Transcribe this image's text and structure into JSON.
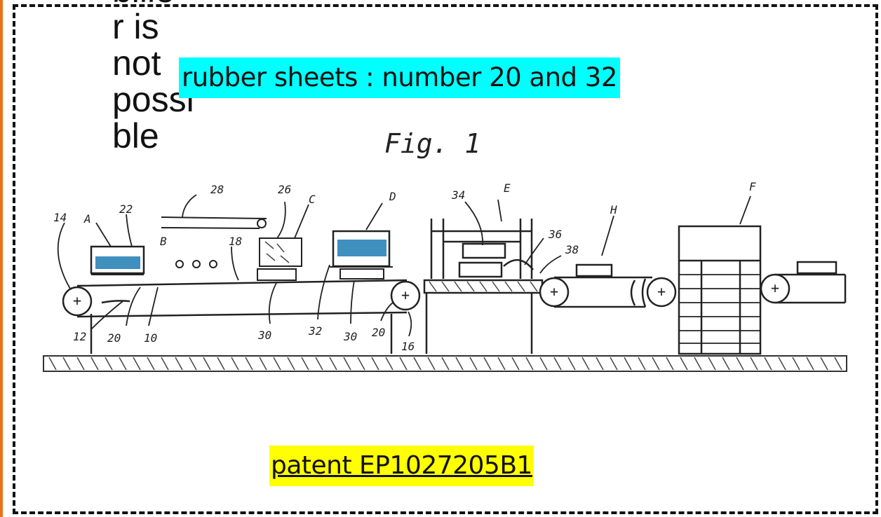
{
  "overlay_text": {
    "lines": [
      "bille",
      "r is",
      "not",
      "possi",
      "ble"
    ]
  },
  "labels": {
    "rubber_sheets": "rubber sheets : number 20 and 32",
    "patent": "patent EP1027205B1"
  },
  "figure": {
    "title": "Fig. 1",
    "letters": [
      "A",
      "B",
      "C",
      "D",
      "E",
      "F",
      "H"
    ],
    "numbers": [
      "14",
      "22",
      "28",
      "26",
      "18",
      "34",
      "36",
      "38",
      "12",
      "20",
      "10",
      "30",
      "32",
      "30",
      "20",
      "16"
    ]
  },
  "colors": {
    "highlight_cyan": "#00ffff",
    "highlight_yellow": "#ffff00",
    "sheet_blue": "#3f8fbf",
    "frame_border": "#111111",
    "left_rule": "#e8731c"
  }
}
